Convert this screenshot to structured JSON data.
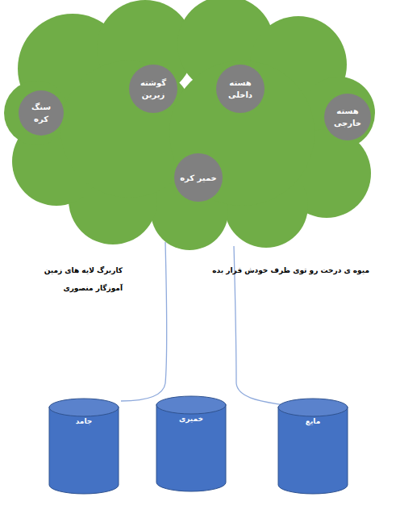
{
  "diagram": {
    "nodes": [
      {
        "text": [
          "هسته خارجی"
        ]
      },
      {
        "text": [
          "هسته داخلی"
        ]
      },
      {
        "text": [
          "گوشته زیرین"
        ]
      },
      {
        "text": [
          "سنگ کره"
        ]
      },
      {
        "text": [
          "خمیر کره"
        ]
      },
      {
        "text": [
          "مایع"
        ]
      },
      {
        "text": [
          "خمیری"
        ]
      },
      {
        "text": [
          "جامد"
        ]
      }
    ],
    "labels": [
      "کاربرگ لایه های زمین",
      "آموزگار منصوری",
      "میوه ی درخت رو توی ظرف خودش قرار بده"
    ]
  }
}
